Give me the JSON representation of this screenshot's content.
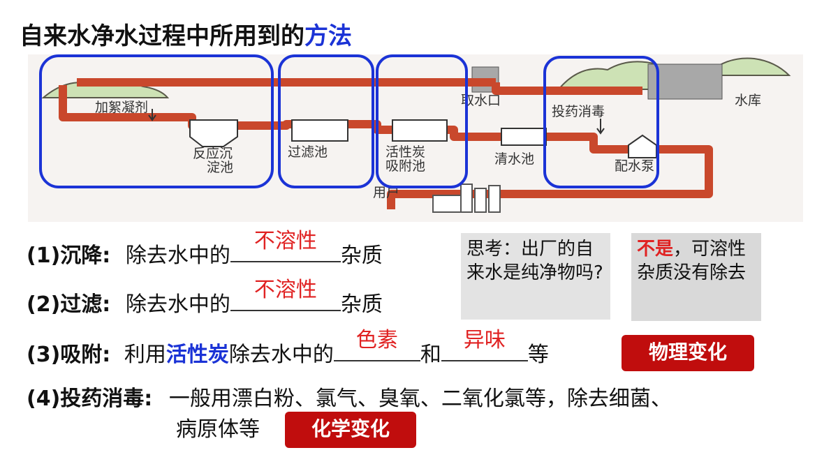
{
  "title": {
    "main": "自来水净水过程中所用到的",
    "accent": "方法"
  },
  "diagram": {
    "labels": {
      "coagulant": "加絮凝剂",
      "sedimentation_1": "反应沉",
      "sedimentation_2": "淀池",
      "filter": "过滤池",
      "carbon_1": "活性炭",
      "carbon_2": "吸附池",
      "intake": "取水口",
      "reservoir": "水库",
      "disinfect": "投药消毒",
      "clear_water": "清水池",
      "pump": "配水泵",
      "users": "用户"
    },
    "colors": {
      "pipe": "#c9482c",
      "highlight": "#1b33d6"
    }
  },
  "methods": {
    "m1": {
      "label": "(1)沉降:",
      "pre": "除去水中的",
      "answer": "不溶性",
      "post": "杂质"
    },
    "m2": {
      "label": "(2)过滤:",
      "pre": "除去水中的",
      "answer": "不溶性",
      "post": "杂质"
    },
    "m3": {
      "label": "(3)吸附:",
      "pre": "利用",
      "highlight": "活性炭",
      "mid": "除去水中的",
      "answer1": "色素",
      "and": "和",
      "answer2": "异味",
      "post": "等"
    },
    "m4": {
      "label": "(4)投药消毒:",
      "line1": "一般用漂白粉、氯气、臭氧、二氧化氯等，除去细菌、",
      "line2": "病原体等"
    }
  },
  "think": {
    "question": "思考：出厂的自来水是纯净物吗?",
    "answer_bold": "不是",
    "answer_rest": "，可溶性杂质没有除去"
  },
  "badges": {
    "physical": "物理变化",
    "chemical": "化学变化"
  }
}
